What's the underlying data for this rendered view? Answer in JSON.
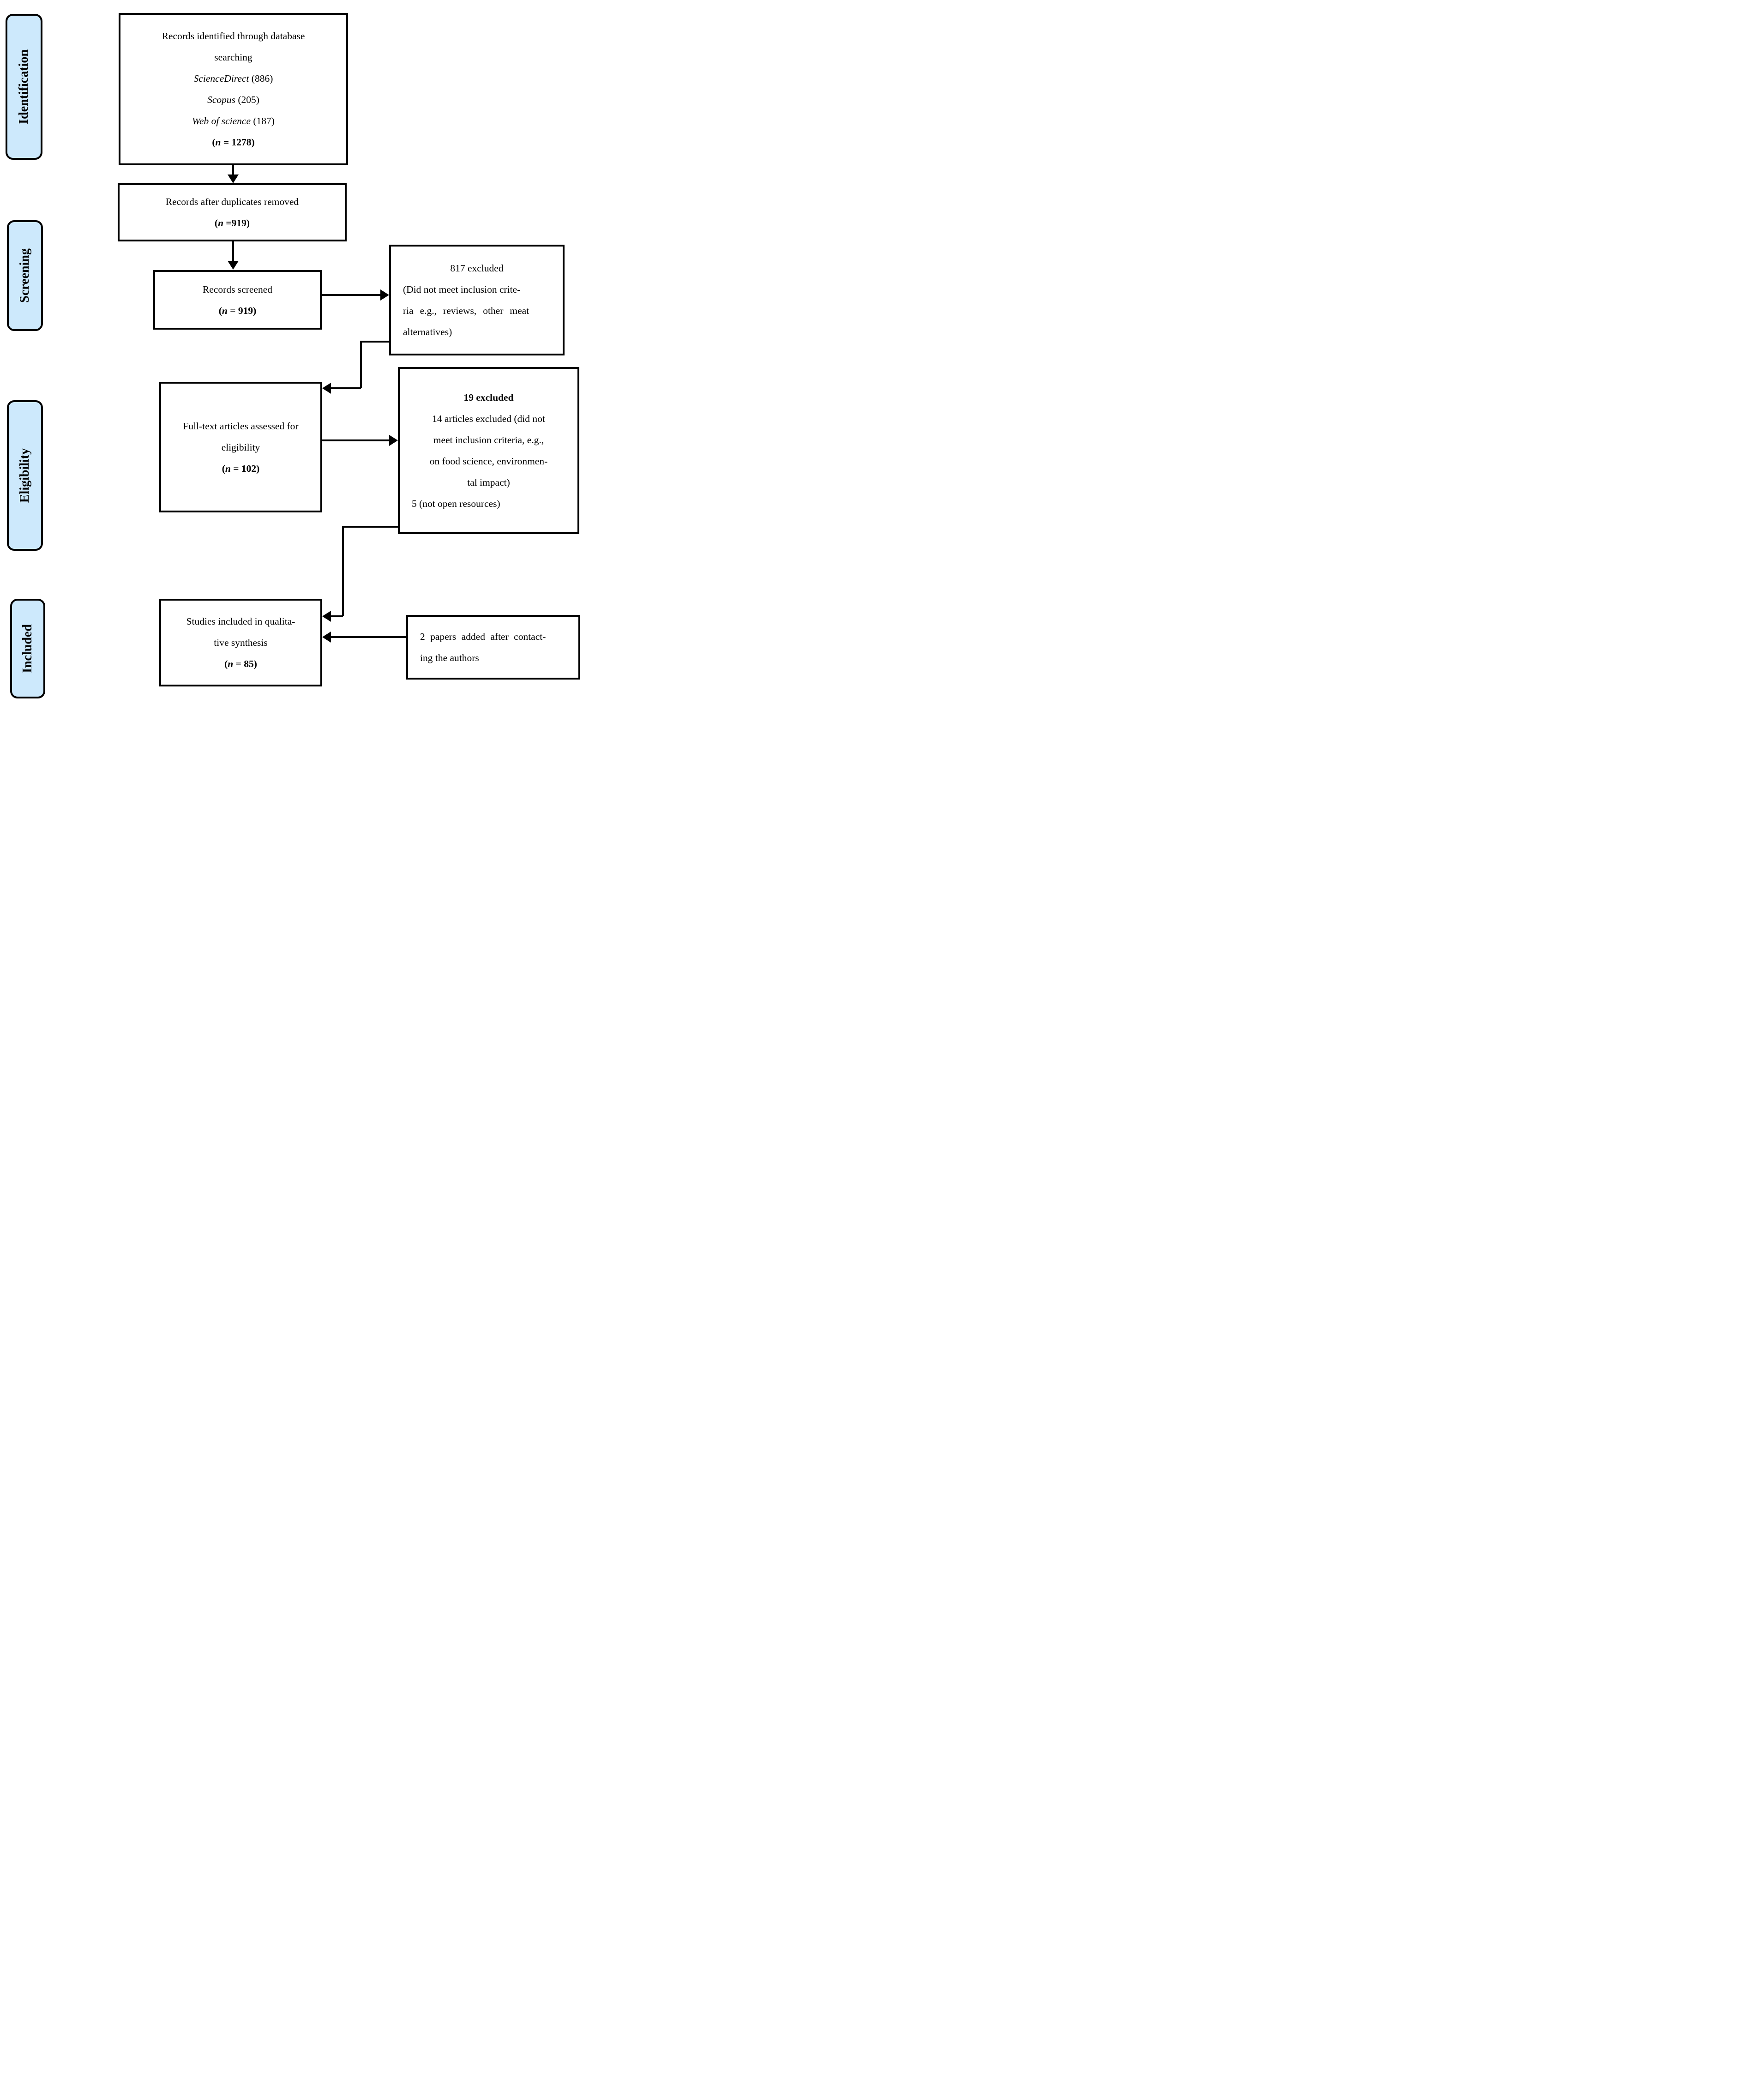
{
  "colors": {
    "stage_fill": "#CDE9FC",
    "ink": "#000000",
    "background": "#FFFFFF"
  },
  "stages": [
    {
      "label": "Identification"
    },
    {
      "label": "Screening"
    },
    {
      "label": "Eligibility"
    },
    {
      "label": "Included"
    }
  ],
  "boxes": {
    "identified": {
      "line1": "Records identified through database",
      "line2": "searching",
      "db1_name": "ScienceDirect",
      "db1_count": "(886)",
      "db2_name": "Scopus",
      "db2_count": "(205)",
      "db3_name": "Web of science",
      "db3_count": "(187)",
      "n_open": "(",
      "n_symbol": "n",
      "n_rest": " = 1278)"
    },
    "deduplicated": {
      "line1": "Records after duplicates removed",
      "n_open": "(",
      "n_symbol": "n",
      "n_rest": " =919)"
    },
    "screened": {
      "line1": "Records screened",
      "n_open": "(",
      "n_symbol": "n",
      "n_rest": " = 919)"
    },
    "excluded817": {
      "title": "817 excluded",
      "line1": "(Did not meet inclusion crite-",
      "line2": "ria e.g., reviews, other meat",
      "line3": "alternatives)"
    },
    "fulltext": {
      "line1": "Full-text articles assessed for",
      "line2": "eligibility",
      "n_open": "(",
      "n_symbol": "n",
      "n_rest": " = 102)"
    },
    "excluded19": {
      "title": "19 excluded",
      "line1": "14 articles excluded (did not",
      "line2": "meet inclusion criteria, e.g.,",
      "line3": "on food science, environmen-",
      "line4": "tal impact)",
      "line5": "5 (not open resources)"
    },
    "includedStudies": {
      "line1": "Studies included in qualita-",
      "line2": "tive synthesis",
      "n_open": "(",
      "n_symbol": "n",
      "n_rest": " = 85)"
    },
    "addedPapers": {
      "line1": "2 papers added after contact-",
      "line2": "ing the authors"
    }
  }
}
